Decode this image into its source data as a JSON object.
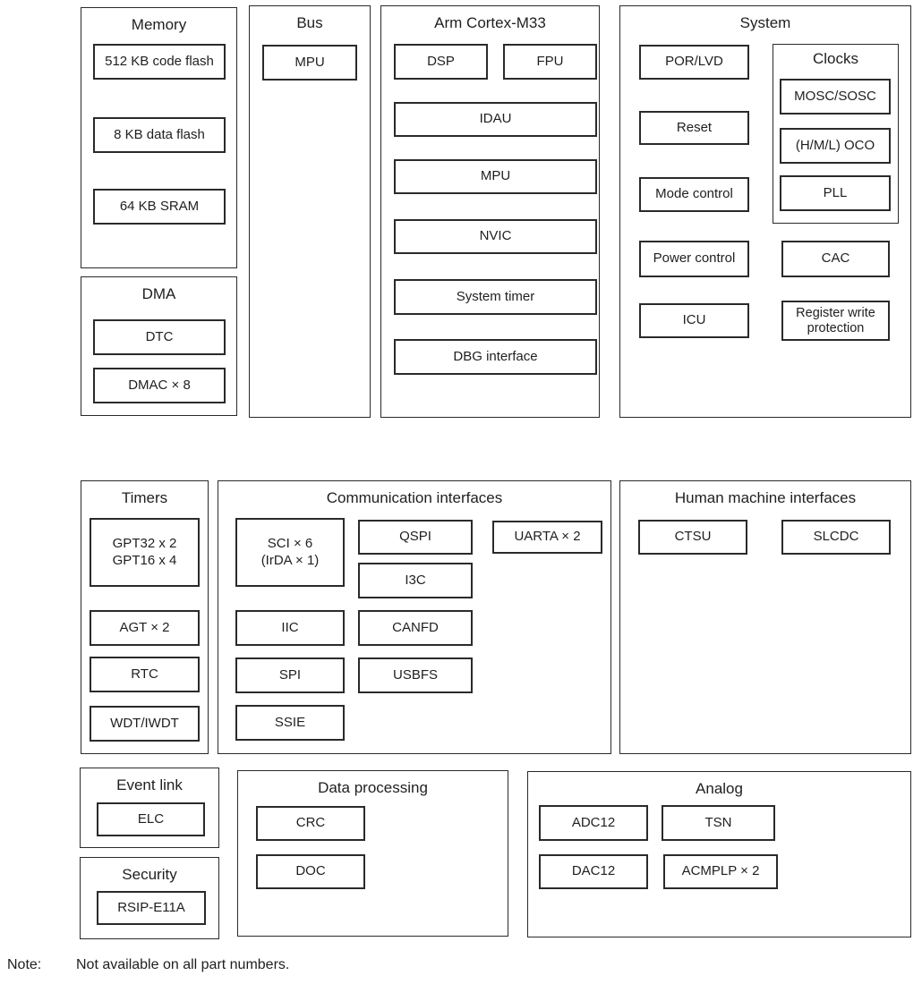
{
  "memory": {
    "title": "Memory",
    "blocks": [
      "512 KB code flash",
      "8 KB data flash",
      "64 KB SRAM"
    ]
  },
  "dma": {
    "title": "DMA",
    "blocks": [
      "DTC",
      "DMAC × 8"
    ]
  },
  "bus": {
    "title": "Bus",
    "blocks": [
      "MPU"
    ]
  },
  "cortex": {
    "title": "Arm Cortex-M33",
    "blocks": [
      "DSP",
      "FPU",
      "IDAU",
      "MPU",
      "NVIC",
      "System timer",
      "DBG interface"
    ]
  },
  "system": {
    "title": "System",
    "blocks": [
      "POR/LVD",
      "Reset",
      "Mode control",
      "Power control",
      "ICU",
      "CAC"
    ],
    "reg_write_protection": "Register write protection",
    "clocks": {
      "title": "Clocks",
      "blocks": [
        "MOSC/SOSC",
        "(H/M/L) OCO",
        "PLL"
      ]
    }
  },
  "timers": {
    "title": "Timers",
    "gpt_line1": "GPT32 x 2",
    "gpt_line2": "GPT16 x 4",
    "blocks": [
      "AGT × 2",
      "RTC",
      "WDT/IWDT"
    ]
  },
  "comm": {
    "title": "Communication interfaces",
    "sci_line1": "SCI × 6",
    "sci_line2": "(IrDA × 1)",
    "blocks": [
      "QSPI",
      "I3C",
      "UARTA × 2",
      "IIC",
      "CANFD",
      "SPI",
      "USBFS",
      "SSIE"
    ]
  },
  "hmi": {
    "title": "Human machine interfaces",
    "blocks": [
      "CTSU",
      "SLCDC"
    ]
  },
  "event_link": {
    "title": "Event link",
    "blocks": [
      "ELC"
    ]
  },
  "security": {
    "title": "Security",
    "blocks": [
      "RSIP-E11A"
    ]
  },
  "data_processing": {
    "title": "Data processing",
    "blocks": [
      "CRC",
      "DOC"
    ]
  },
  "analog": {
    "title": "Analog",
    "blocks": [
      "ADC12",
      "TSN",
      "DAC12",
      "ACMPLP × 2"
    ]
  },
  "note": {
    "label": "Note:",
    "text": "Not available on all part numbers."
  },
  "colors": {
    "border": "#2a2a2a",
    "text": "#1f1f1f",
    "background": "#ffffff"
  }
}
